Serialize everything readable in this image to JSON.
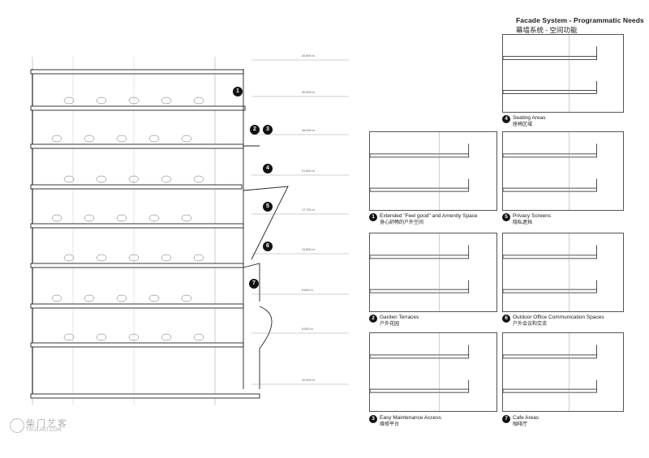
{
  "title": {
    "en": "Facade System - Programmatic Needs",
    "zh": "幕墙系统 - 空间功能"
  },
  "section": {
    "levels": [
      "34.800 m",
      "30.000 m",
      "26.000 m",
      "21.600 m",
      "17.700 m",
      "13.800 m",
      "9.600 m",
      "5.000 m",
      "±0.000 m"
    ],
    "markers": [
      "1",
      "2",
      "3",
      "4",
      "5",
      "6",
      "7"
    ]
  },
  "details": [
    {
      "num": "4",
      "en": "Seating Areas",
      "zh": "座椅区域"
    },
    {
      "num": "1",
      "en": "Extended \"Feel good\" and Amenity Space",
      "zh": "身心舒畅的户外空间"
    },
    {
      "num": "5",
      "en": "Privacy Screens",
      "zh": "隐私遮挡"
    },
    {
      "num": "2",
      "en": "Garden Terraces",
      "zh": "户外花园"
    },
    {
      "num": "6",
      "en": "Outdoor Office Communication Spaces",
      "zh": "户外会议和交流"
    },
    {
      "num": "3",
      "en": "Easy Maintenance Access",
      "zh": "维修平台"
    },
    {
      "num": "7",
      "en": "Cafe Areas",
      "zh": "咖啡厅"
    }
  ],
  "watermark": {
    "cn": "柴门艺客",
    "en": "TRUEART.COM"
  }
}
